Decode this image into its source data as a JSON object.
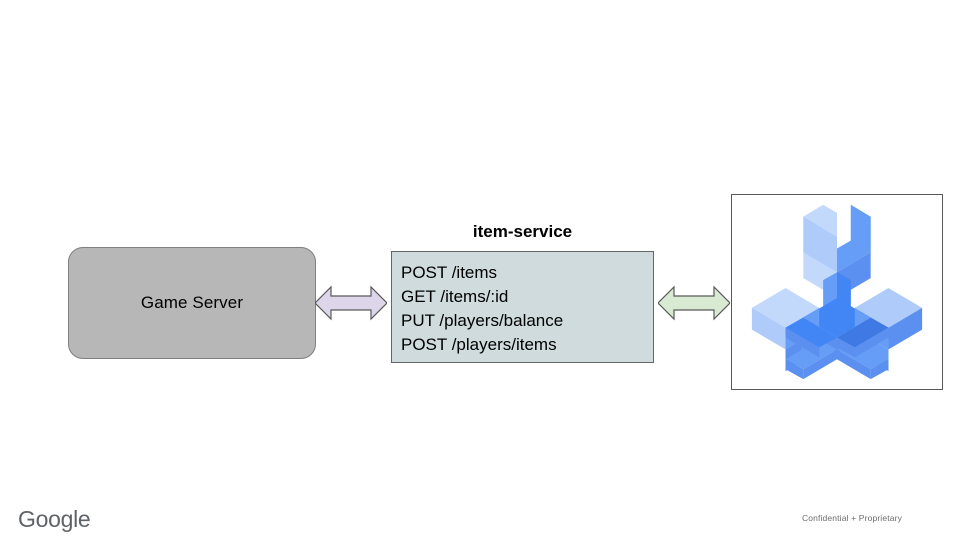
{
  "slide": {
    "background_color": "#ffffff",
    "nodes": {
      "game_server": {
        "label": "Game Server",
        "fill_color": "#b7b7b7",
        "border_color": "#7f7f7f"
      },
      "item_service": {
        "title": "item-service",
        "fill_color": "#cfdbdd",
        "border_color": "#666666",
        "endpoints": [
          "POST /items",
          "GET /items/:id",
          "PUT /players/balance",
          "POST /players/items"
        ]
      },
      "logo_panel": {
        "alt": "isometric three-pronged wrench mark",
        "border_color": "#595959",
        "colors": {
          "light": "#aecbfa",
          "medium": "#669df6",
          "mid_dark": "#5b8ff0",
          "dark": "#3f7ae4",
          "darkest": "#2f6ad9"
        }
      }
    },
    "connectors": [
      {
        "name": "game-server-to-item-service",
        "style": "double-headed",
        "fill_color": "#ddd5ea",
        "border_color": "#595959"
      },
      {
        "name": "item-service-to-logo-panel",
        "style": "double-headed",
        "fill_color": "#d9ead3",
        "border_color": "#595959"
      }
    ]
  },
  "footer": {
    "brand": "Google",
    "brand_color": "#5f6368",
    "note": "Confidential + Proprietary"
  }
}
